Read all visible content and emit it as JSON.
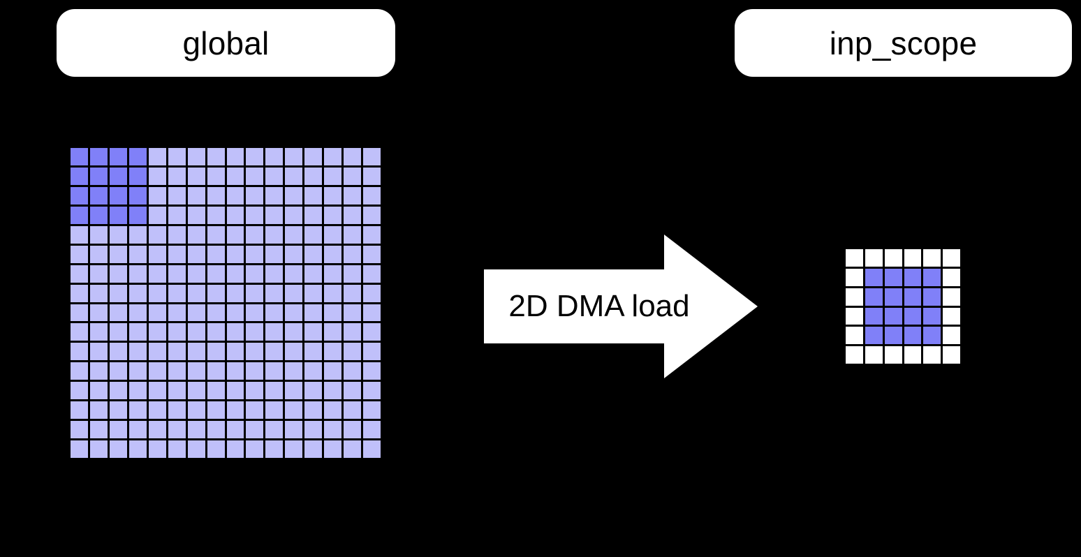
{
  "diagram": {
    "title_left": "global",
    "title_right": "inp_scope",
    "arrow_label": "2D DMA load",
    "background_color": "#000000",
    "pill_fill": "#ffffff",
    "pill_text_color": "#000000",
    "arrow_fill": "#ffffff",
    "colors": {
      "tile_highlight": "#8080f8",
      "tile_base": "#c0c0fa",
      "tile_empty": "#ffffff",
      "gridline": "#000000"
    },
    "source_grid": {
      "name": "global-tensor-grid",
      "rows": 16,
      "cols": 16,
      "total_cells": 256,
      "highlight_region": {
        "row_start": 1,
        "row_end": 4,
        "col_start": 1,
        "col_end": 4,
        "rows": 4,
        "cols": 4,
        "cell_count": 16
      }
    },
    "dest_grid": {
      "name": "inp-scope-buffer-grid",
      "rows": 6,
      "cols": 6,
      "total_cells": 36,
      "highlight_region": {
        "row_start": 2,
        "row_end": 5,
        "col_start": 2,
        "col_end": 5,
        "rows": 4,
        "cols": 4,
        "cell_count": 16
      }
    }
  }
}
